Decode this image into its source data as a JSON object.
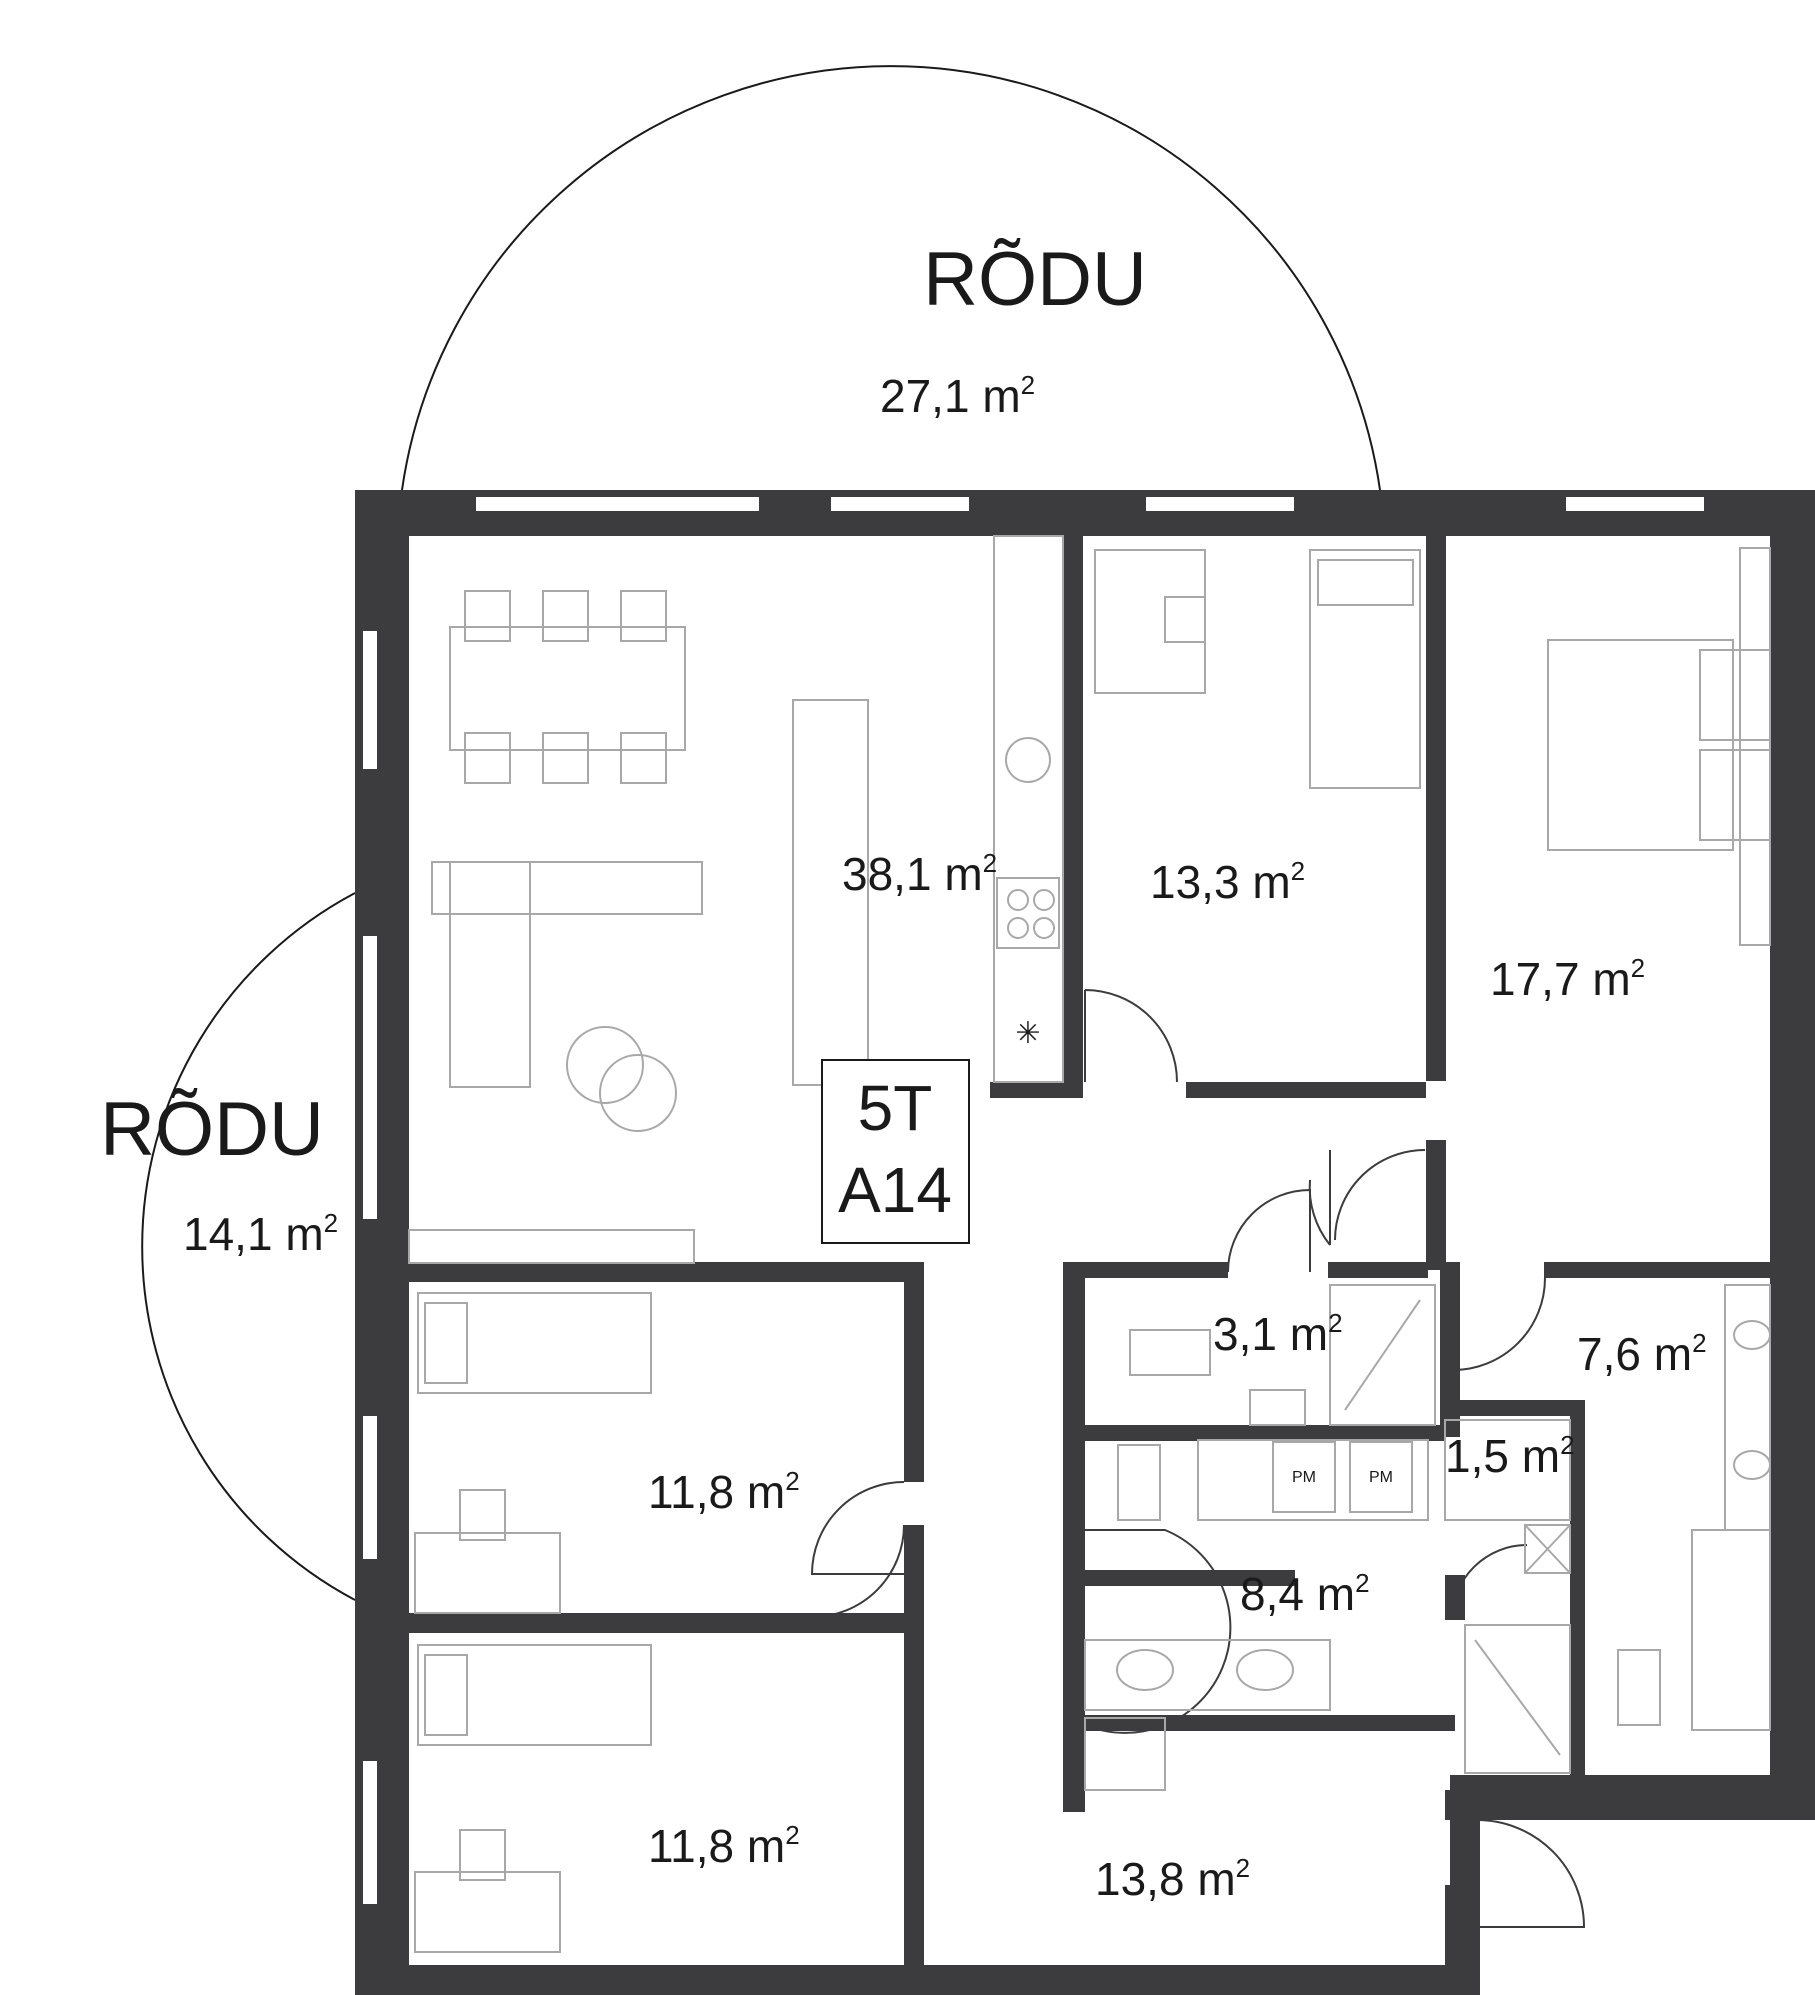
{
  "apartment": {
    "type": "5T",
    "code": "A14"
  },
  "balconies": [
    {
      "id": "top",
      "name": "RÕDU",
      "area": "27,1",
      "unit": "m",
      "sup": "2"
    },
    {
      "id": "left",
      "name": "RÕDU",
      "area": "14,1",
      "unit": "m",
      "sup": "2"
    }
  ],
  "rooms": [
    {
      "id": "living-kitchen",
      "area": "38,1",
      "unit": "m",
      "sup": "2"
    },
    {
      "id": "bedroom-top-middle",
      "area": "13,3",
      "unit": "m",
      "sup": "2"
    },
    {
      "id": "bedroom-master",
      "area": "17,7",
      "unit": "m",
      "sup": "2"
    },
    {
      "id": "wc",
      "area": "3,1",
      "unit": "m",
      "sup": "2"
    },
    {
      "id": "bathroom-right",
      "area": "7,6",
      "unit": "m",
      "sup": "2"
    },
    {
      "id": "storage",
      "area": "1,5",
      "unit": "m",
      "sup": "2"
    },
    {
      "id": "bathroom-center",
      "area": "8,4",
      "unit": "m",
      "sup": "2"
    },
    {
      "id": "bedroom-left-upper",
      "area": "11,8",
      "unit": "m",
      "sup": "2"
    },
    {
      "id": "bedroom-left-lower",
      "area": "11,8",
      "unit": "m",
      "sup": "2"
    },
    {
      "id": "hall",
      "area": "13,8",
      "unit": "m",
      "sup": "2"
    }
  ],
  "fixtures": {
    "washing_machine_label": "PM"
  }
}
